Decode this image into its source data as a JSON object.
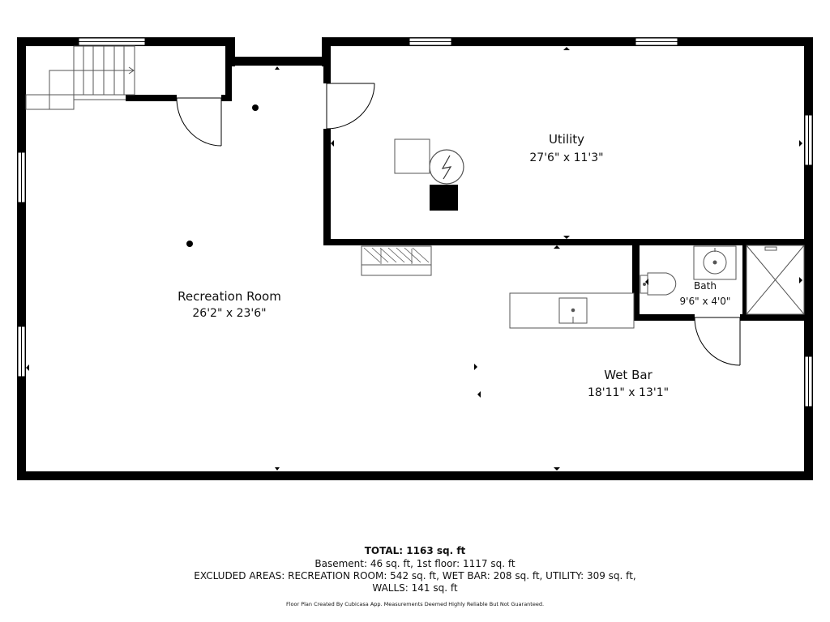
{
  "rooms": {
    "utility": {
      "name": "Utility",
      "dims": "27'6\" x 11'3\""
    },
    "recreation": {
      "name": "Recreation Room",
      "dims": "26'2\" x 23'6\""
    },
    "bath": {
      "name": "Bath",
      "dims": "9'6\" x 4'0\""
    },
    "wetbar": {
      "name": "Wet Bar",
      "dims": "18'11\" x 13'1\""
    }
  },
  "summary": {
    "total": "TOTAL: 1163 sq. ft",
    "line1": "Basement: 46 sq. ft, 1st floor: 1117 sq. ft",
    "line2": "EXCLUDED AREAS: RECREATION ROOM: 542 sq. ft, WET BAR: 208 sq. ft, UTILITY: 309 sq. ft,",
    "line3": "WALLS: 141 sq. ft",
    "credit": "Floor Plan Created By Cubicasa App. Measurements Deemed Highly Reliable But Not Guaranteed."
  },
  "colors": {
    "wall": "#000000",
    "fixture": "#555555",
    "background": "#ffffff"
  }
}
